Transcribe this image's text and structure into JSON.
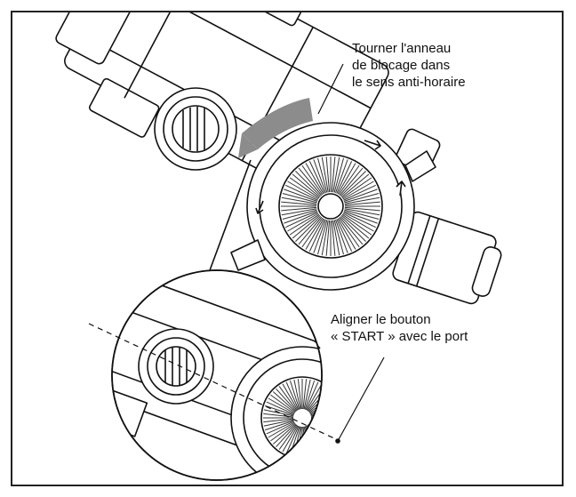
{
  "callouts": {
    "ring": [
      "Tourner l'anneau",
      "de blocage dans",
      "le sens anti-horaire"
    ],
    "start": [
      "Aligner le bouton",
      "« START » avec le port"
    ]
  },
  "colors": {
    "line": "#111111",
    "arrow_band": "#8c8c8c",
    "grill": "#333333"
  }
}
